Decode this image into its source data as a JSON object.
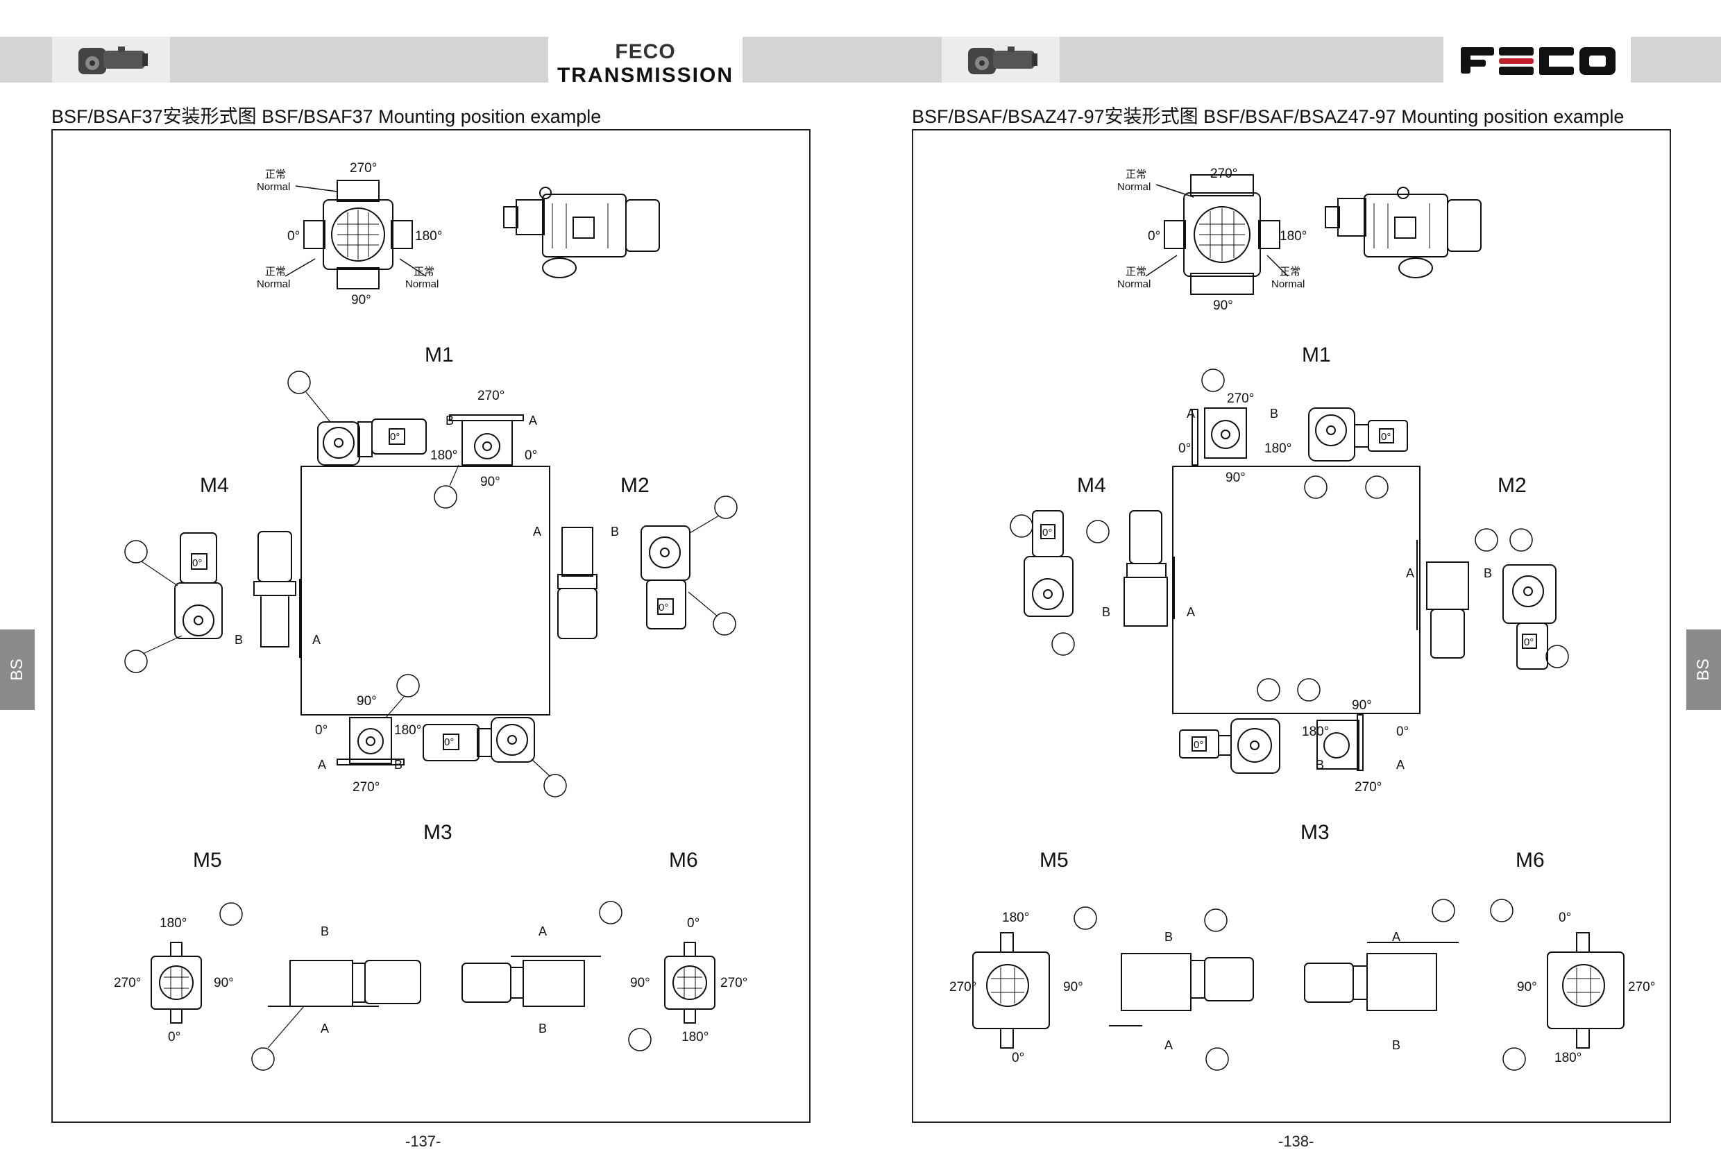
{
  "header": {
    "brand_line1": "FECO",
    "brand_line2": "TRANSMISSION",
    "logo_text": "FECO"
  },
  "left_page": {
    "title": "BSF/BSAF37安装形式图  BSF/BSAF37 Mounting position example",
    "page_number": "-137-",
    "top_angles": {
      "top": "270°",
      "left": "0°",
      "right": "180°",
      "bottom": "90°"
    },
    "normal_cn": "正常",
    "normal_en": "Normal",
    "positions": [
      "M1",
      "M2",
      "M3",
      "M4",
      "M5",
      "M6"
    ],
    "m1_angles": {
      "top": "270°",
      "left": "180°",
      "right": "0°",
      "bottom": "90°"
    },
    "m3_angles": {
      "top": "90°",
      "left": "0°",
      "right": "180°",
      "bottom": "270°"
    },
    "m5_angles": {
      "top": "180°",
      "left": "270°",
      "right": "90°",
      "bottom": "0°"
    },
    "m6_angles": {
      "top": "0°",
      "left": "90°",
      "right": "270°",
      "bottom": "180°"
    },
    "side_a": "A",
    "side_b": "B",
    "nameplate": "0°"
  },
  "right_page": {
    "title": "BSF/BSAF/BSAZ47-97安装形式图  BSF/BSAF/BSAZ47-97 Mounting position example",
    "page_number": "-138-",
    "top_angles": {
      "top": "270°",
      "left": "0°",
      "right": "180°",
      "bottom": "90°"
    },
    "normal_cn": "正常",
    "normal_en": "Normal",
    "positions": [
      "M1",
      "M2",
      "M3",
      "M4",
      "M5",
      "M6"
    ],
    "m1_angles": {
      "top": "270°",
      "left": "0°",
      "right": "180°",
      "bottom": "90°"
    },
    "m3_angles": {
      "top": "90°",
      "left": "180°",
      "right": "0°",
      "bottom": "270°"
    },
    "m5_angles": {
      "top": "180°",
      "left": "270°",
      "right": "90°",
      "bottom": "0°"
    },
    "m6_angles": {
      "top": "0°",
      "left": "90°",
      "right": "270°",
      "bottom": "180°"
    },
    "side_a": "A",
    "side_b": "B",
    "nameplate": "0°"
  },
  "side_tab_label": "BS",
  "colors": {
    "header_band": "#d4d4d4",
    "header_light": "#ececec",
    "side_tab": "#8a8a8a",
    "ink": "#111111"
  }
}
